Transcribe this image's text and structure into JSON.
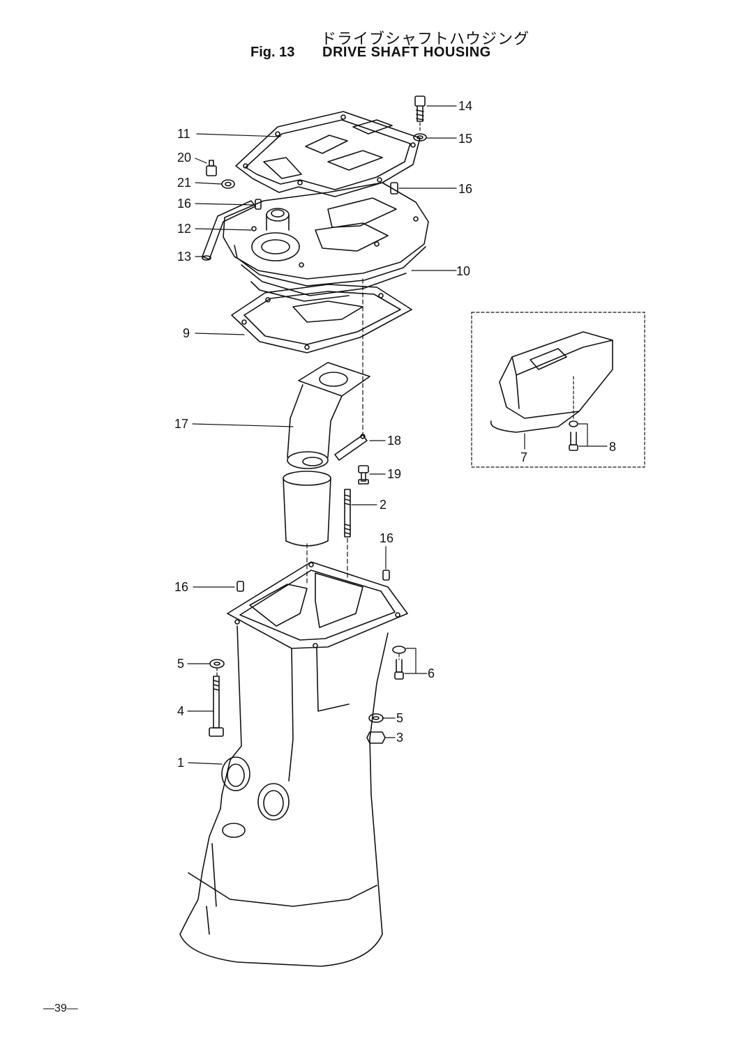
{
  "header": {
    "title_jp": "ドライブシャフトハウジング",
    "fig_no": "Fig. 13",
    "title_en": "DRIVE SHAFT HOUSING"
  },
  "callouts": {
    "c14": "14",
    "c15": "15",
    "c11": "11",
    "c20": "20",
    "c21": "21",
    "c16a": "16",
    "c16b": "16",
    "c12": "12",
    "c13": "13",
    "c10": "10",
    "c9": "9",
    "c17": "17",
    "c18": "18",
    "c19": "19",
    "c2": "2",
    "c16c": "16",
    "c16d": "16",
    "c5a": "5",
    "c6": "6",
    "c4": "4",
    "c5b": "5",
    "c3": "3",
    "c1": "1",
    "c7": "7",
    "c8": "8"
  },
  "footer": {
    "page_no": "—39—"
  }
}
